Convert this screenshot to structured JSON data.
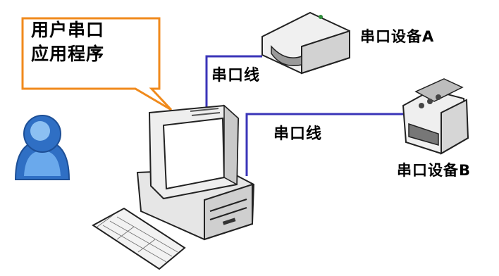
{
  "callout": {
    "line1": "用户串口",
    "line2": "应用程序"
  },
  "labels": {
    "device_a": "串口设备A",
    "device_b": "串口设备B",
    "cable_a": "串口线",
    "cable_b": "串口线"
  },
  "colors": {
    "callout_border": "#f08a1c",
    "cable": "#3a34b8",
    "user_blue": "#3b82d6",
    "device_gray": "#d8d8d8"
  },
  "icons": [
    "user-icon",
    "computer-icon",
    "keyboard-icon",
    "device-a-icon",
    "device-b-icon"
  ]
}
